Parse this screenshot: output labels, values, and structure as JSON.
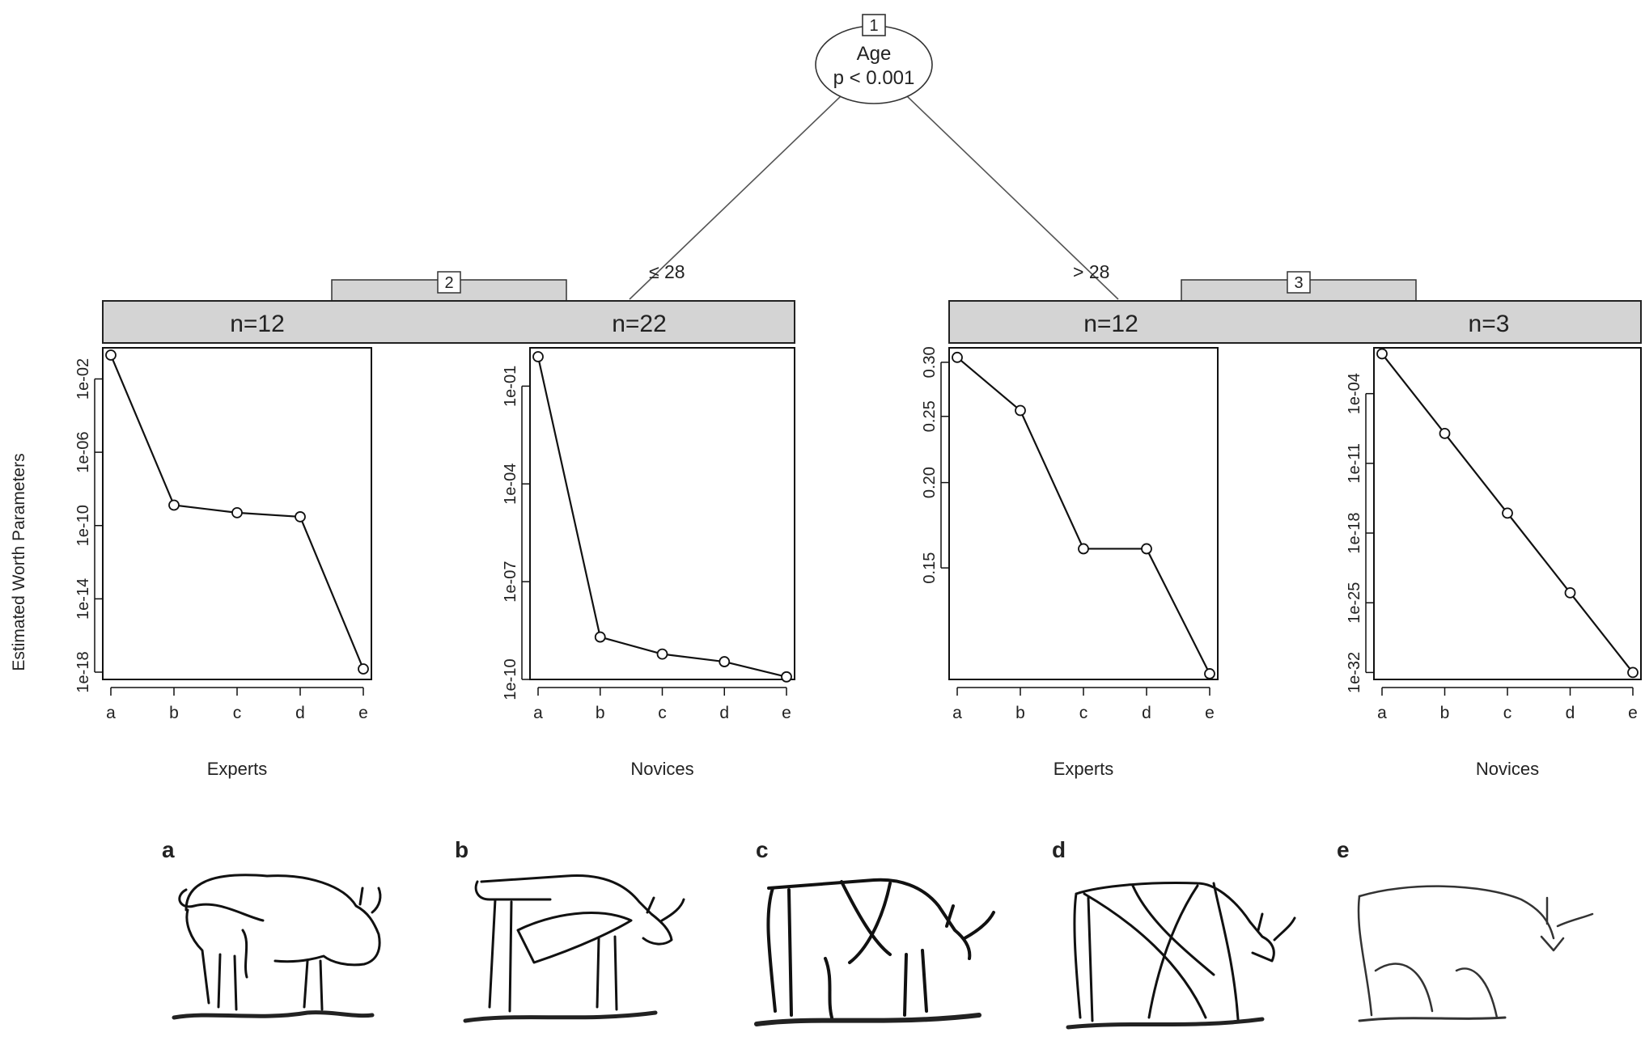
{
  "tree": {
    "root": {
      "id": "1",
      "variable": "Age",
      "p_value": "p < 0.001"
    },
    "left_edge": "≤ 28",
    "right_edge": "> 28",
    "nodes": [
      {
        "id": "2",
        "panels": [
          "n=12",
          "n=22"
        ]
      },
      {
        "id": "3",
        "panels": [
          "n=12",
          "n=3"
        ]
      }
    ]
  },
  "y_axis_title": "Estimated Worth Parameters",
  "chart_data": [
    {
      "type": "line",
      "panel": "Node 2 – Experts",
      "header": "n=12",
      "xlabel": "Experts",
      "ylabel": "Estimated Worth Parameters",
      "scale": "log",
      "categories": [
        "a",
        "b",
        "c",
        "d",
        "e"
      ],
      "values": [
        0.2,
        1.3e-09,
        5e-10,
        3e-10,
        1.5e-18
      ],
      "ylim": [
        4e-19,
        0.5
      ],
      "ticks": [
        1e-18,
        1e-14,
        1e-10,
        1e-06,
        0.01
      ],
      "tick_labels": [
        "1e-18",
        "1e-14",
        "1e-10",
        "1e-06",
        "1e-02"
      ]
    },
    {
      "type": "line",
      "panel": "Node 2 – Novices",
      "header": "n=22",
      "xlabel": "Novices",
      "scale": "log",
      "categories": [
        "a",
        "b",
        "c",
        "d",
        "e"
      ],
      "values": [
        0.8,
        2e-09,
        6e-10,
        3.5e-10,
        1.2e-10
      ],
      "ylim": [
        1e-10,
        1.5
      ],
      "ticks": [
        1e-10,
        1e-07,
        0.0001,
        0.1
      ],
      "tick_labels": [
        "1e-10",
        "1e-07",
        "1e-04",
        "1e-01"
      ]
    },
    {
      "type": "line",
      "panel": "Node 3 – Experts",
      "header": "n=12",
      "xlabel": "Experts",
      "scale": "log",
      "categories": [
        "a",
        "b",
        "c",
        "d",
        "e"
      ],
      "values": [
        0.305,
        0.255,
        0.16,
        0.16,
        0.105
      ],
      "ylim": [
        0.103,
        0.315
      ],
      "ticks": [
        0.15,
        0.2,
        0.25,
        0.3
      ],
      "tick_labels": [
        "0.15",
        "0.20",
        "0.25",
        "0.30"
      ]
    },
    {
      "type": "line",
      "panel": "Node 3 – Novices",
      "header": "n=3",
      "xlabel": "Novices",
      "scale": "log",
      "categories": [
        "a",
        "b",
        "c",
        "d",
        "e"
      ],
      "values": [
        1,
        1e-08,
        1e-16,
        1e-24,
        1e-32
      ],
      "ylim": [
        2e-33,
        4
      ],
      "ticks": [
        1e-32,
        1e-25,
        1e-18,
        1e-11,
        0.0001
      ],
      "tick_labels": [
        "1e-32",
        "1e-25",
        "1e-18",
        "1e-11",
        "1e-04"
      ]
    }
  ],
  "images": {
    "labels": [
      "a",
      "b",
      "c",
      "d",
      "e"
    ]
  }
}
